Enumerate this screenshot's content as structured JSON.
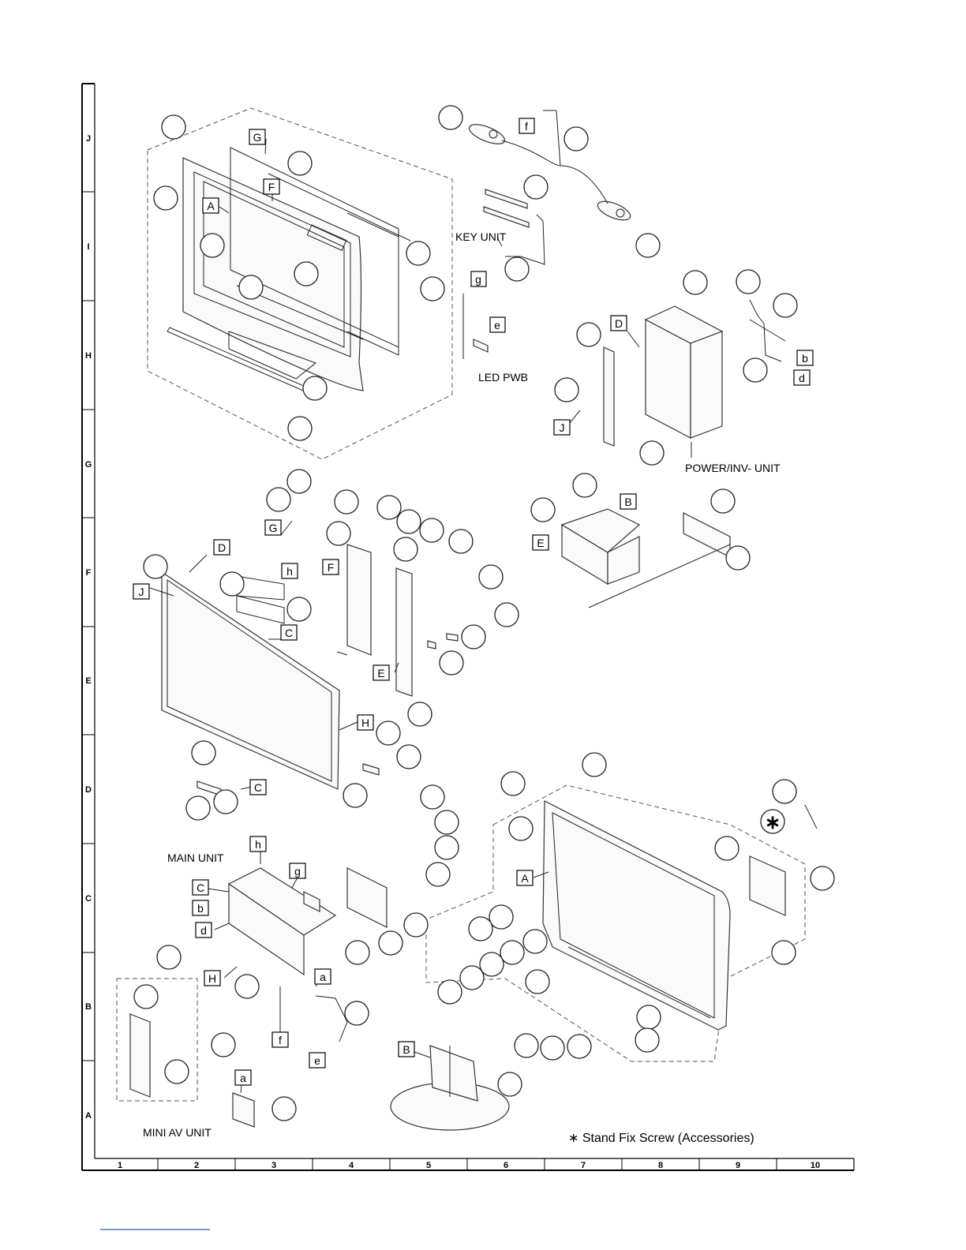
{
  "grid": {
    "rows": [
      "J",
      "I",
      "H",
      "G",
      "F",
      "E",
      "D",
      "C",
      "B",
      "A"
    ],
    "columns": [
      "1",
      "2",
      "3",
      "4",
      "5",
      "6",
      "7",
      "8",
      "9",
      "10"
    ]
  },
  "unit_labels": {
    "key_unit": "KEY UNIT",
    "led_pwb": "LED PWB",
    "power_inv_unit": "POWER/INV- UNIT",
    "main_unit": "MAIN UNIT",
    "mini_av_unit": "MINI AV UNIT"
  },
  "reference_boxes": [
    {
      "id": "box-G-top",
      "text": "G"
    },
    {
      "id": "box-F-top",
      "text": "F"
    },
    {
      "id": "box-A-top",
      "text": "A"
    },
    {
      "id": "box-f-top",
      "text": "f"
    },
    {
      "id": "box-g-top",
      "text": "g"
    },
    {
      "id": "box-e-top",
      "text": "e"
    },
    {
      "id": "box-D-power",
      "text": "D"
    },
    {
      "id": "box-J-power",
      "text": "J"
    },
    {
      "id": "box-b-power",
      "text": "b"
    },
    {
      "id": "box-d-power",
      "text": "d"
    },
    {
      "id": "box-G-mid",
      "text": "G"
    },
    {
      "id": "box-D-mid",
      "text": "D"
    },
    {
      "id": "box-h-mid",
      "text": "h"
    },
    {
      "id": "box-J-mid",
      "text": "J"
    },
    {
      "id": "box-C-mid",
      "text": "C"
    },
    {
      "id": "box-F-mid",
      "text": "F"
    },
    {
      "id": "box-E-mid",
      "text": "E"
    },
    {
      "id": "box-H-mid",
      "text": "H"
    },
    {
      "id": "box-C-low",
      "text": "C"
    },
    {
      "id": "box-B-term",
      "text": "B"
    },
    {
      "id": "box-E-term",
      "text": "E"
    },
    {
      "id": "box-h-main",
      "text": "h"
    },
    {
      "id": "box-g-main",
      "text": "g"
    },
    {
      "id": "box-C-main",
      "text": "C"
    },
    {
      "id": "box-b-main",
      "text": "b"
    },
    {
      "id": "box-d-main",
      "text": "d"
    },
    {
      "id": "box-H-main",
      "text": "H"
    },
    {
      "id": "box-a-main",
      "text": "a"
    },
    {
      "id": "box-f-main",
      "text": "f"
    },
    {
      "id": "box-e-main",
      "text": "e"
    },
    {
      "id": "box-a-mini",
      "text": "a"
    },
    {
      "id": "box-A-cab",
      "text": "A"
    },
    {
      "id": "box-B-stand",
      "text": "B"
    }
  ],
  "accessory_symbol": "∗",
  "footnote": "∗ Stand Fix Screw (Accessories)",
  "colors": {
    "line": "#222222",
    "paper": "#ffffff"
  }
}
